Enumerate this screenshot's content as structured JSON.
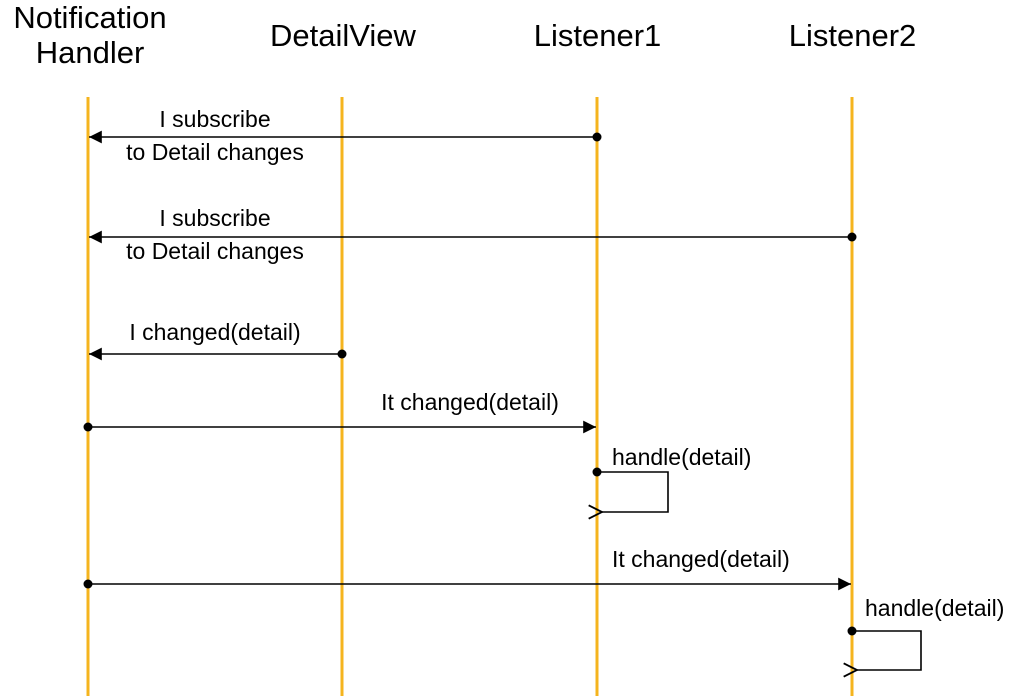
{
  "diagram": {
    "participants": [
      {
        "name": "Notification\nHandler"
      },
      {
        "name": "DetailView"
      },
      {
        "name": "Listener1"
      },
      {
        "name": "Listener2"
      }
    ],
    "messages": [
      {
        "from": "Listener1",
        "to": "Notification Handler",
        "label": "I subscribe\nto Detail changes"
      },
      {
        "from": "Listener2",
        "to": "Notification Handler",
        "label": "I subscribe\nto Detail changes"
      },
      {
        "from": "DetailView",
        "to": "Notification Handler",
        "label": "I changed(detail)"
      },
      {
        "from": "Notification Handler",
        "to": "Listener1",
        "label": "It changed(detail)"
      },
      {
        "from": "Listener1",
        "to": "Listener1",
        "label": "handle(detail)"
      },
      {
        "from": "Notification Handler",
        "to": "Listener2",
        "label": "It changed(detail)"
      },
      {
        "from": "Listener2",
        "to": "Listener2",
        "label": "handle(detail)"
      }
    ],
    "colors": {
      "lifeline": "#F5B41E",
      "arrow": "#000000"
    }
  }
}
